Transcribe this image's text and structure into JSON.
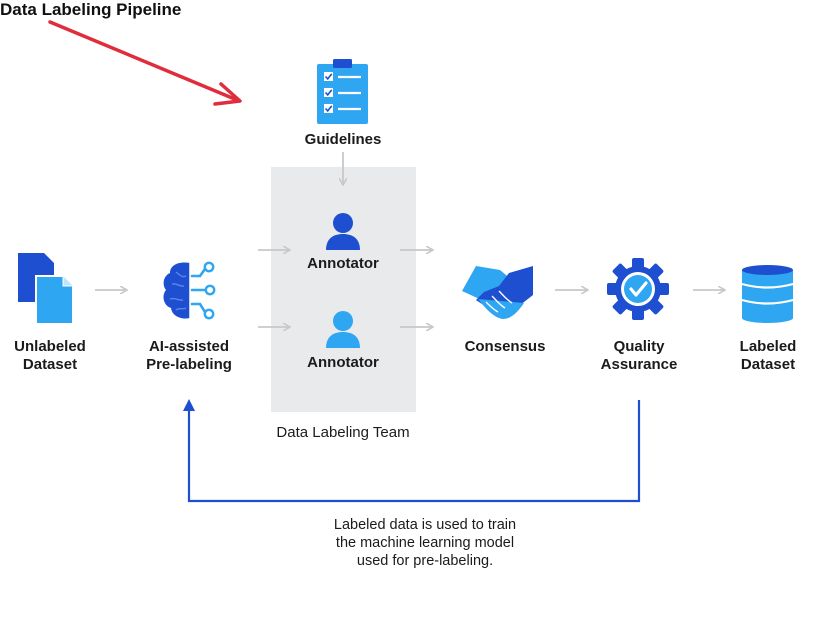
{
  "title": "Data Labeling Pipeline",
  "colors": {
    "accent_red": "#e02d3c",
    "dark_blue": "#1f4fd1",
    "light_blue": "#2ea6f2",
    "arrow_gray": "#c8c8c8",
    "team_box": "#e9eaec"
  },
  "nodes": {
    "guidelines": {
      "label": "Guidelines",
      "icon": "clipboard-checklist-icon"
    },
    "unlabeled": {
      "line1": "Unlabeled",
      "line2": "Dataset",
      "icon": "documents-icon"
    },
    "ai": {
      "line1": "AI-assisted",
      "line2": "Pre-labeling",
      "icon": "ai-brain-icon"
    },
    "annotator1": {
      "label": "Annotator",
      "icon": "user-icon"
    },
    "annotator2": {
      "label": "Annotator",
      "icon": "user-icon"
    },
    "team": {
      "label": "Data Labeling Team"
    },
    "consensus": {
      "label": "Consensus",
      "icon": "handshake-icon"
    },
    "qa": {
      "line1": "Quality",
      "line2": "Assurance",
      "icon": "gear-check-icon"
    },
    "labeled": {
      "line1": "Labeled",
      "line2": "Dataset",
      "icon": "database-icon"
    }
  },
  "feedback_note": {
    "line1": "Labeled data is used to train",
    "line2": "the machine learning model",
    "line3": "used for pre-labeling."
  }
}
